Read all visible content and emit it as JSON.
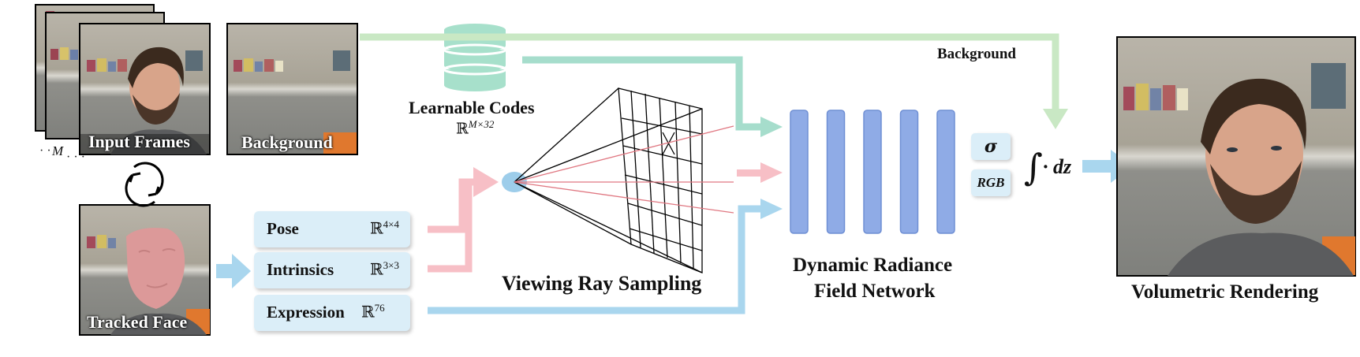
{
  "panels": {
    "input_frames_label": "Input Frames",
    "stack_count": "M",
    "background_label": "Background",
    "tracked_face_label": "Tracked Face"
  },
  "inputs": [
    {
      "name": "Pose",
      "dim_base": "ℝ",
      "dim_sup": "4×4"
    },
    {
      "name": "Intrinsics",
      "dim_base": "ℝ",
      "dim_sup": "3×3"
    },
    {
      "name": "Expression",
      "dim_base": "ℝ",
      "dim_sup": "76"
    }
  ],
  "codes": {
    "title": "Learnable Codes",
    "dim_base": "ℝ",
    "dim_sup": "M×32"
  },
  "ray_sampling_label": "Viewing Ray Sampling",
  "network": {
    "line1": "Dynamic Radiance",
    "line2": "Field Network",
    "layer_count": 5
  },
  "outputs": {
    "sigma": "σ",
    "rgb": "RGB"
  },
  "integral": {
    "symbol": "∫",
    "text": "· dz"
  },
  "background_flow_label": "Background",
  "render_label": "Volumetric Rendering",
  "colors": {
    "green_arrow": "#c9e8c4",
    "teal_arrow": "#a6ddcc",
    "pink_arrow": "#f7bfc6",
    "blue_arrow": "#a9d6ee",
    "db_fill": "#a7e0cb",
    "layer_fill": "#8fabe6",
    "layer_stroke": "#6f8fd4",
    "box_fill": "#dbeef8"
  }
}
